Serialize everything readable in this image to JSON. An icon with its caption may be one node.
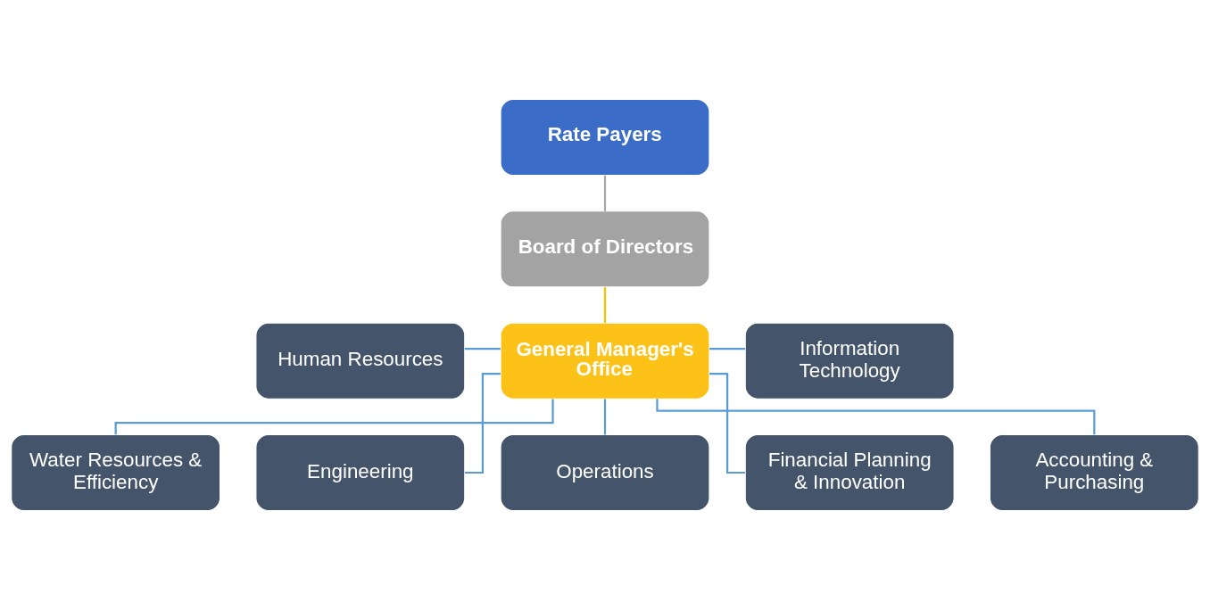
{
  "diagram": {
    "nodes": [
      {
        "text": [
          "Rate Payers"
        ]
      },
      {
        "text": [
          "Board of Directors"
        ]
      },
      {
        "text": [
          "General Manager's Office"
        ]
      },
      {
        "text": [
          "Human Resources"
        ]
      },
      {
        "text": [
          "Information Technology"
        ]
      },
      {
        "text": [
          "Water Resources & Efficiency"
        ]
      },
      {
        "text": [
          "Engineering"
        ]
      },
      {
        "text": [
          "Operations"
        ]
      },
      {
        "text": [
          "Financial Planning & Innovation"
        ]
      },
      {
        "text": [
          "Accounting & Purchasing"
        ]
      }
    ],
    "edges": [
      {
        "from": 0,
        "to": 1,
        "arrow": "none",
        "color": "#a6a6a6"
      },
      {
        "from": 1,
        "to": 2,
        "arrow": "none",
        "color": "#ffc000"
      },
      {
        "from": 3,
        "to": 2,
        "arrow": "none"
      },
      {
        "from": 2,
        "to": 4,
        "arrow": "none"
      },
      {
        "from": 2,
        "to": 5,
        "arrow": "none"
      },
      {
        "from": 2,
        "to": 6,
        "arrow": "none"
      },
      {
        "from": 2,
        "to": 7,
        "arrow": "none"
      },
      {
        "from": 2,
        "to": 8,
        "arrow": "none"
      },
      {
        "from": 2,
        "to": 9,
        "arrow": "none"
      }
    ]
  }
}
